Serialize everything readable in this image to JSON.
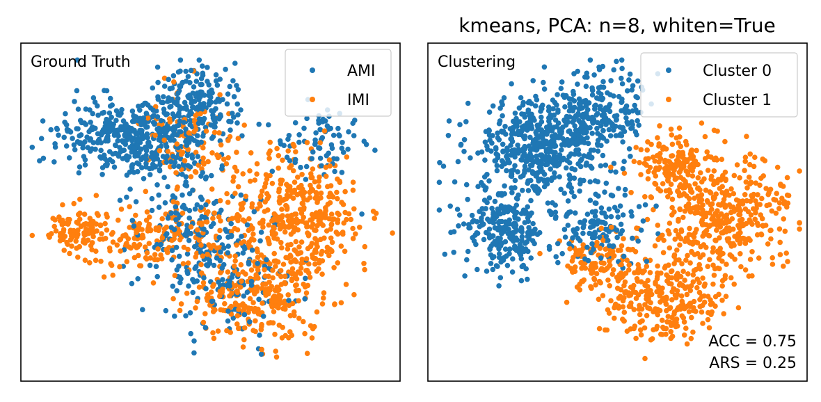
{
  "figure_title": "kmeans, PCA: n=8, whiten=True",
  "colors": {
    "blue": "#1f77b4",
    "orange": "#ff7f0e"
  },
  "chart_data": [
    {
      "type": "scatter",
      "panel_label": "Ground Truth",
      "axes_visible": false,
      "grid": false,
      "legend_position": "top-right",
      "legend": [
        "AMI",
        "IMI"
      ],
      "annotations": [],
      "series": [
        {
          "name": "AMI",
          "color": "#1f77b4",
          "point_count_approx": 950,
          "regions": [
            {
              "center": [
                0.3,
                0.28
              ],
              "spread": [
                0.13,
                0.08
              ],
              "share": 0.45
            },
            {
              "center": [
                0.47,
                0.17
              ],
              "spread": [
                0.07,
                0.07
              ],
              "share": 0.18
            },
            {
              "center": [
                0.45,
                0.55
              ],
              "spread": [
                0.1,
                0.13
              ],
              "share": 0.17
            },
            {
              "center": [
                0.55,
                0.7
              ],
              "spread": [
                0.12,
                0.12
              ],
              "share": 0.12
            },
            {
              "center": [
                0.8,
                0.3
              ],
              "spread": [
                0.08,
                0.08
              ],
              "share": 0.08
            }
          ]
        },
        {
          "name": "IMI",
          "color": "#ff7f0e",
          "point_count_approx": 1050,
          "regions": [
            {
              "center": [
                0.73,
                0.52
              ],
              "spread": [
                0.12,
                0.13
              ],
              "share": 0.38
            },
            {
              "center": [
                0.62,
                0.75
              ],
              "spread": [
                0.12,
                0.09
              ],
              "share": 0.26
            },
            {
              "center": [
                0.34,
                0.58
              ],
              "spread": [
                0.14,
                0.06
              ],
              "share": 0.18
            },
            {
              "center": [
                0.15,
                0.55
              ],
              "spread": [
                0.05,
                0.05
              ],
              "share": 0.08
            },
            {
              "center": [
                0.45,
                0.3
              ],
              "spread": [
                0.08,
                0.1
              ],
              "share": 0.1
            }
          ]
        }
      ]
    },
    {
      "type": "scatter",
      "panel_label": "Clustering",
      "axes_visible": false,
      "grid": false,
      "legend_position": "top-right",
      "legend": [
        "Cluster 0",
        "Cluster 1"
      ],
      "annotations": [
        "ACC = 0.75",
        "ARS = 0.25"
      ],
      "series": [
        {
          "name": "Cluster 0",
          "color": "#1f77b4",
          "point_count_approx": 1050,
          "regions": [
            {
              "center": [
                0.3,
                0.3
              ],
              "spread": [
                0.13,
                0.09
              ],
              "share": 0.48
            },
            {
              "center": [
                0.2,
                0.55
              ],
              "spread": [
                0.07,
                0.08
              ],
              "share": 0.22
            },
            {
              "center": [
                0.45,
                0.2
              ],
              "spread": [
                0.08,
                0.07
              ],
              "share": 0.18
            },
            {
              "center": [
                0.45,
                0.55
              ],
              "spread": [
                0.08,
                0.08
              ],
              "share": 0.12
            }
          ]
        },
        {
          "name": "Cluster 1",
          "color": "#ff7f0e",
          "point_count_approx": 950,
          "regions": [
            {
              "center": [
                0.78,
                0.5
              ],
              "spread": [
                0.11,
                0.12
              ],
              "share": 0.42
            },
            {
              "center": [
                0.62,
                0.75
              ],
              "spread": [
                0.11,
                0.09
              ],
              "share": 0.3
            },
            {
              "center": [
                0.65,
                0.37
              ],
              "spread": [
                0.06,
                0.06
              ],
              "share": 0.16
            },
            {
              "center": [
                0.45,
                0.65
              ],
              "spread": [
                0.07,
                0.05
              ],
              "share": 0.12
            }
          ]
        }
      ]
    }
  ]
}
